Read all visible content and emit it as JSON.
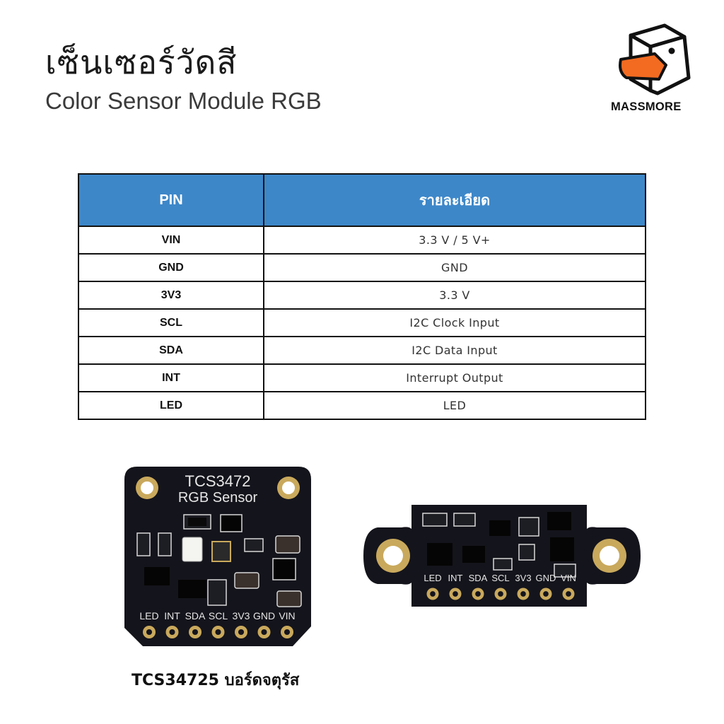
{
  "header": {
    "title_th": "เซ็นเซอร์วัดสี",
    "title_en": "Color Sensor Module RGB"
  },
  "brand": {
    "name": "MASSMORE",
    "accent_color": "#f26b21"
  },
  "pin_table": {
    "header_color": "#3d87c9",
    "columns": [
      "PIN",
      "รายละเอียด"
    ],
    "rows": [
      {
        "pin": "VIN",
        "desc": "3.3 V / 5 V+"
      },
      {
        "pin": "GND",
        "desc": "GND"
      },
      {
        "pin": "3V3",
        "desc": "3.3 V"
      },
      {
        "pin": "SCL",
        "desc": "I2C Clock Input"
      },
      {
        "pin": "SDA",
        "desc": "I2C Data Input"
      },
      {
        "pin": "INT",
        "desc": "Interrupt Output"
      },
      {
        "pin": "LED",
        "desc": "LED"
      }
    ]
  },
  "boards": {
    "square_board": {
      "silk_title": "TCS3472",
      "silk_subtitle": "RGB Sensor",
      "pins": [
        "LED",
        "INT",
        "SDA",
        "SCL",
        "3V3",
        "GND",
        "VIN"
      ]
    },
    "long_board": {
      "pins": [
        "LED",
        "INT",
        "SDA",
        "SCL",
        "3V3",
        "GND",
        "VIN"
      ]
    }
  },
  "caption": "TCS34725 บอร์ดจตุรัส"
}
